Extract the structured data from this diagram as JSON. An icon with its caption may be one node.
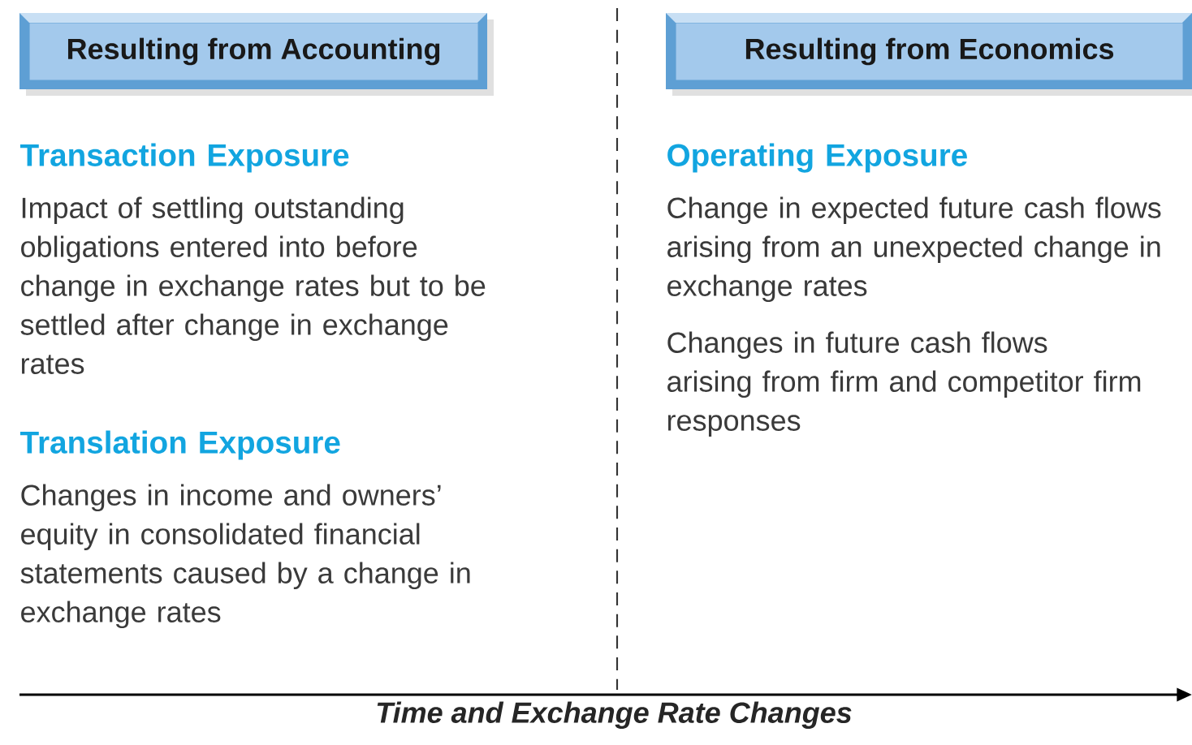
{
  "diagram": {
    "nodes": [
      {
        "text": [
          "Resulting from Accounting"
        ]
      },
      {
        "text": [
          "Resulting from Economics"
        ]
      }
    ],
    "edges": [],
    "labels": [
      "Transaction Exposure",
      "Impact of settling outstanding obligations entered into before change in exchange rates but to be settled after change in exchange rates",
      "Translation Exposure",
      "Changes in income and owners’ equity in consolidated financial statements caused by a change in exchange rates",
      "Operating Exposure",
      "Change in expected future cash flows arising from an unexpected change in exchange rates",
      "Changes in future cash flows arising from firm and competitor firm responses",
      "Time and Exchange Rate Changes"
    ]
  }
}
